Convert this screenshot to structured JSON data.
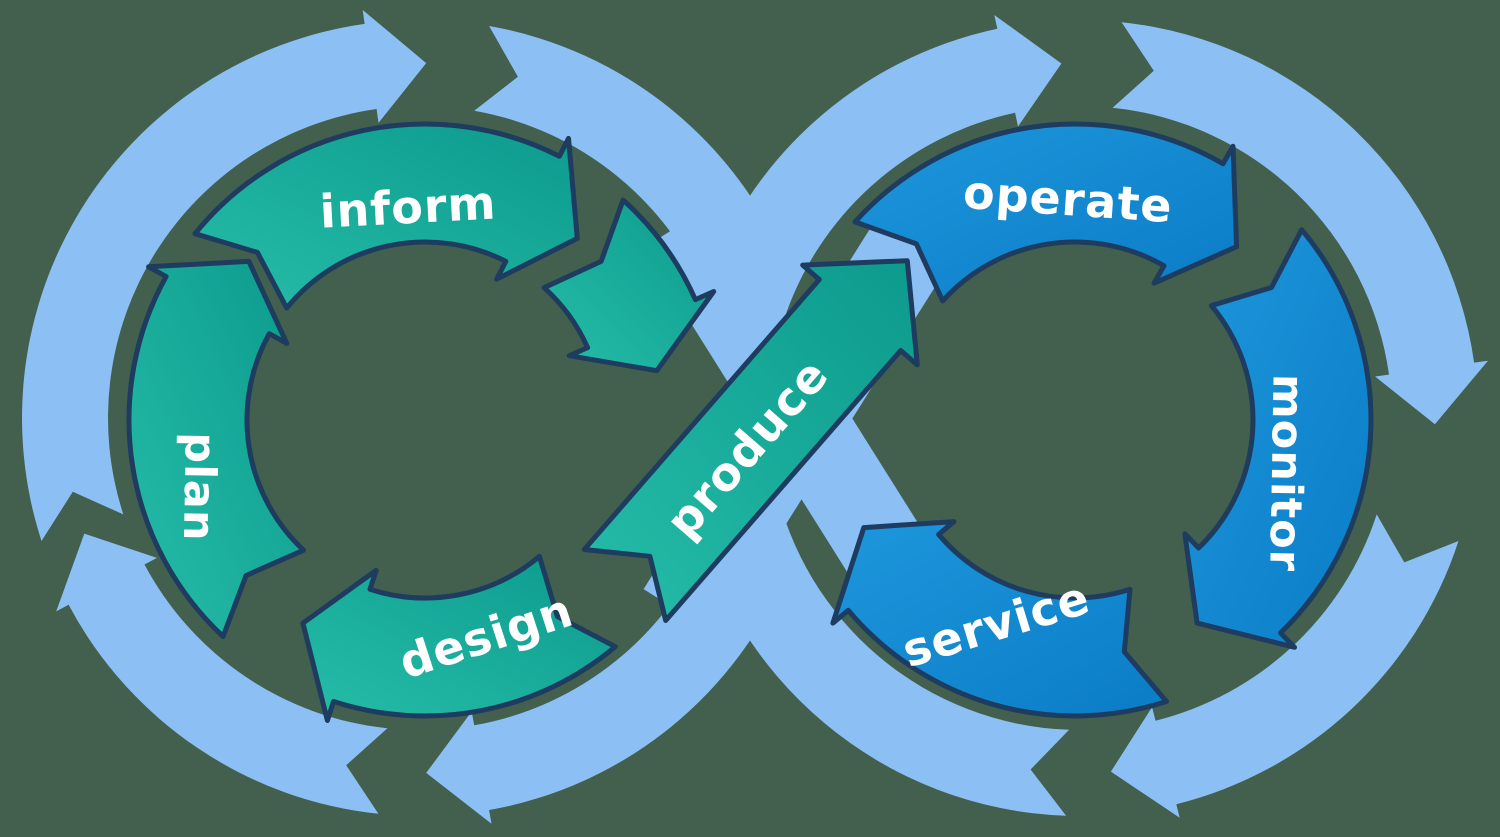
{
  "diagram": {
    "left_cycle": {
      "segments": [
        {
          "label": "inform"
        },
        {
          "label": "plan"
        },
        {
          "label": "design"
        }
      ]
    },
    "crossing": {
      "label": "produce"
    },
    "right_cycle": {
      "segments": [
        {
          "label": "operate"
        },
        {
          "label": "monitor"
        },
        {
          "label": "service"
        }
      ]
    },
    "colors": {
      "background": "#42604d",
      "outer_loop": "#8cc0f5",
      "outline": "#1e3c5f",
      "text": "#ffffff",
      "teal_light": "#26bda8",
      "teal_dark": "#0c9a8d",
      "blue_light": "#1e97dc",
      "blue_dark": "#0a7cc6"
    }
  }
}
